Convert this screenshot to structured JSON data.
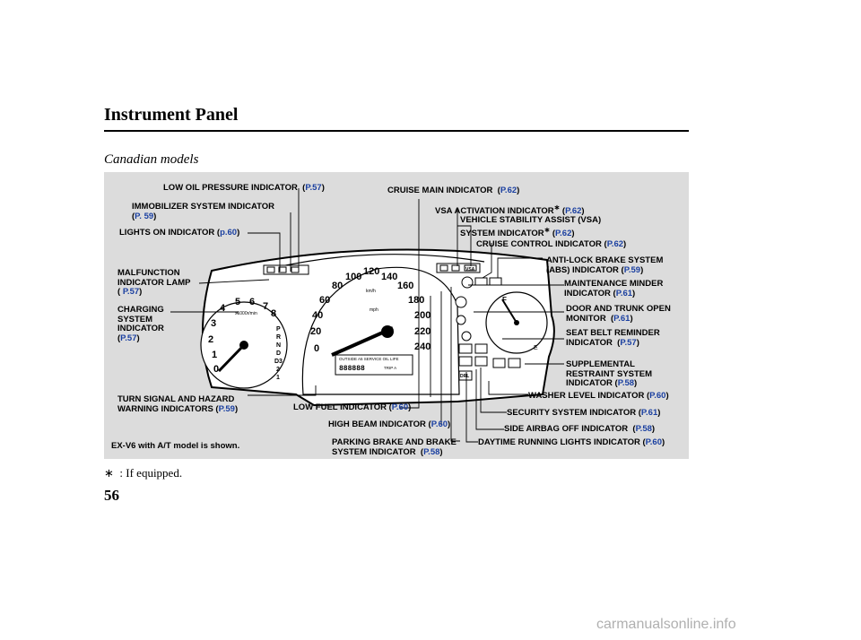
{
  "page": {
    "title": "Instrument Panel",
    "subtitle": "Canadian models",
    "footnote_symbol": "∗",
    "footnote_text": ":  If equipped.",
    "page_number": "56",
    "watermark": "carmanualsonline.info"
  },
  "labels": {
    "low_oil": {
      "text": "LOW OIL PRESSURE INDICATOR",
      "page": "P.57"
    },
    "immobilizer": {
      "text": "IMMOBILIZER SYSTEM INDICATOR",
      "page": "P. 59"
    },
    "lights_on": {
      "text": "LIGHTS ON INDICATOR",
      "page": "p.60"
    },
    "malfunction_1": "MALFUNCTION",
    "malfunction_2": "INDICATOR LAMP",
    "malfunction_page": "P.57",
    "charging_1": "CHARGING",
    "charging_2": "SYSTEM",
    "charging_3": "INDICATOR",
    "charging_page": "P.57",
    "turn_signal_1": "TURN SIGNAL AND HAZARD",
    "turn_signal_2": "WARNING INDICATORS",
    "turn_signal_page": "P.59",
    "ex_v6_note": "EX-V6 with A/T model is shown.",
    "cruise_main": {
      "text": "CRUISE MAIN INDICATOR",
      "page": "P.62"
    },
    "vsa_activation": {
      "text": "VSA ACTIVATION INDICATOR",
      "page": "P.62"
    },
    "vsa_1": "VEHICLE STABILITY ASSIST (VSA)",
    "vsa_2": "SYSTEM INDICATOR",
    "vsa_page": "P.62",
    "cruise_control": {
      "text": "CRUISE CONTROL INDICATOR",
      "page": "P.62"
    },
    "abs_1": "ANTI-LOCK BRAKE SYSTEM",
    "abs_2": "(ABS) INDICATOR",
    "abs_page": "P.59",
    "maint_1": "MAINTENANCE MINDER",
    "maint_2": "INDICATOR",
    "maint_page": "P.61",
    "door_1": "DOOR AND TRUNK OPEN",
    "door_2": "MONITOR",
    "door_page": "P.61",
    "seatbelt_1": "SEAT BELT REMINDER",
    "seatbelt_2": "INDICATOR",
    "seatbelt_page": "P.57",
    "srs_1": "SUPPLEMENTAL",
    "srs_2": "RESTRAINT SYSTEM",
    "srs_3": "INDICATOR",
    "srs_page": "P.58",
    "washer": {
      "text": "WASHER LEVEL INDICATOR",
      "page": "P.60"
    },
    "low_fuel": {
      "text": "LOW FUEL INDICATOR",
      "page": "P.60"
    },
    "security": {
      "text": "SECURITY SYSTEM INDICATOR",
      "page": "P.61"
    },
    "high_beam": {
      "text": "HIGH BEAM INDICATOR",
      "page": "P.60"
    },
    "side_airbag": {
      "text": "SIDE AIRBAG OFF INDICATOR",
      "page": "P.58"
    },
    "parking_1": "PARKING BRAKE AND BRAKE",
    "parking_2": "SYSTEM INDICATOR",
    "parking_page": "P.58",
    "drl": {
      "text": "DAYTIME RUNNING LIGHTS INDICATOR",
      "page": "P.60"
    }
  },
  "cluster": {
    "tach_numbers": [
      "0",
      "1",
      "2",
      "3",
      "4",
      "5",
      "6",
      "7",
      "8"
    ],
    "tach_unit": "x1000r/min",
    "gear_letters": [
      "P",
      "R",
      "N",
      "D",
      "D3",
      "2",
      "1"
    ],
    "speed_kmh": [
      "0",
      "20",
      "40",
      "60",
      "80",
      "100",
      "120",
      "140",
      "160",
      "180",
      "200",
      "220",
      "240"
    ],
    "speed_unit": "km/h",
    "speed_mph_unit": "mph",
    "odometer_caption": "OUTSIDE  A5  SERVICE OIL LIFE",
    "odometer_value": "888888",
    "trip_label": "TRIP A",
    "fuel_full": "F",
    "fuel_empty": "E",
    "drl_icon_text": "DRL",
    "vsa_icon_text": "VSA"
  }
}
